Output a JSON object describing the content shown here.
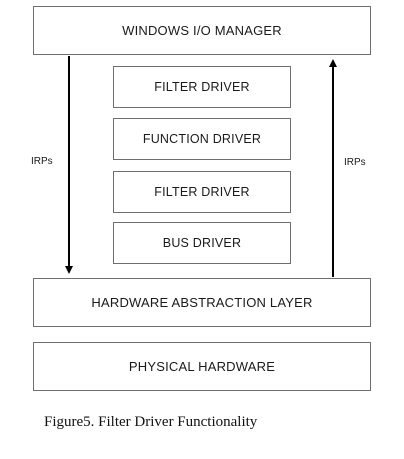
{
  "diagram": {
    "boxes": {
      "io_manager": "WINDOWS I/O MANAGER",
      "filter_driver_top": "FILTER DRIVER",
      "function_driver": "FUNCTION DRIVER",
      "filter_driver_bottom": "FILTER DRIVER",
      "bus_driver": "BUS DRIVER",
      "hal": "HARDWARE ABSTRACTION LAYER",
      "physical_hardware": "PHYSICAL HARDWARE"
    },
    "arrow_labels": {
      "left": "IRPs",
      "right": "IRPs"
    },
    "colors": {
      "border": "#6e6e6e",
      "arrow": "#000000",
      "text": "#1a1a1a"
    }
  },
  "caption": "Figure5.  Filter Driver Functionality"
}
